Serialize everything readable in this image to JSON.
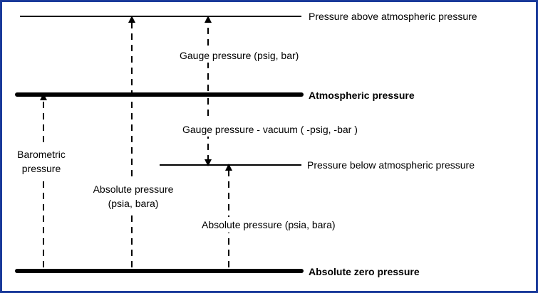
{
  "colors": {
    "frame": "#1a3a9a",
    "ink": "#000000"
  },
  "levels": {
    "above": "Pressure above atmospheric pressure",
    "atmospheric": "Atmospheric pressure",
    "below": "Pressure below atmospheric pressure",
    "zero": "Absolute zero pressure"
  },
  "labels": {
    "gauge": "Gauge pressure (psig, bar)",
    "vacuum": "Gauge pressure - vacuum ( -psig, -bar )",
    "barometric": [
      "Barometric",
      "pressure"
    ],
    "absolute_left": [
      "Absolute pressure",
      "(psia, bara)"
    ],
    "absolute_right": "Absolute pressure (psia, bara)"
  }
}
